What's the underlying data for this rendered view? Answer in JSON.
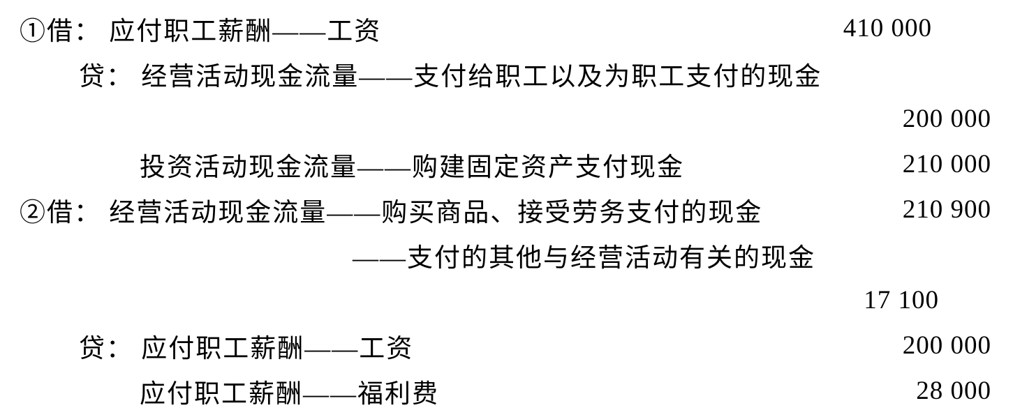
{
  "page": {
    "background_color": "#ffffff",
    "text_color": "#000000"
  },
  "entries": {
    "lines": [
      {
        "text": "①借： 应付职工薪酬——工资",
        "amount": "410 000"
      },
      {
        "text": "贷： 经营活动现金流量——支付给职工以及为职工支付的现金",
        "amount": ""
      },
      {
        "text": "",
        "amount": "200 000"
      },
      {
        "text": "投资活动现金流量——购建固定资产支付现金",
        "amount": "210 000"
      },
      {
        "text": "②借： 经营活动现金流量——购买商品、接受劳务支付的现金",
        "amount": "210 900"
      },
      {
        "text": "——支付的其他与经营活动有关的现金",
        "amount": ""
      },
      {
        "text": "",
        "amount": "17 100"
      },
      {
        "text": "贷： 应付职工薪酬——工资",
        "amount": "200 000"
      },
      {
        "text": "应付职工薪酬——福利费",
        "amount": "28 000"
      }
    ]
  }
}
